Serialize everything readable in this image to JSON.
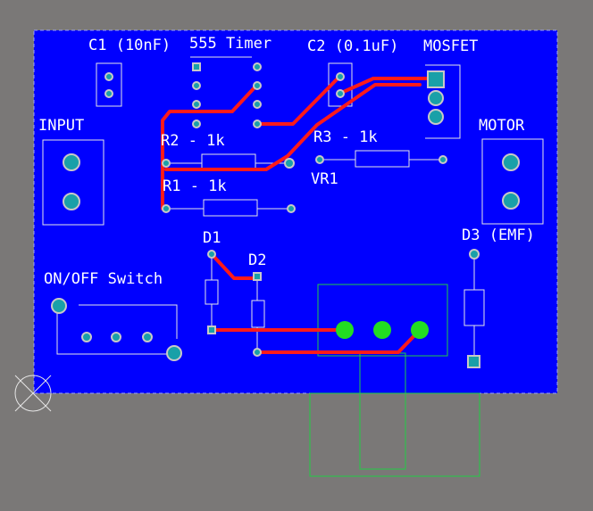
{
  "colors": {
    "background": "#7a7877",
    "board": "#0000ff",
    "trace": "#ff1a1a",
    "silkscreen": "#e6e6e6",
    "pad": "#19a0a8",
    "pad_ring": "#c8c8c8",
    "highlight_pad": "#22dd22",
    "outline": "#22cc44"
  },
  "labels": {
    "c1": "C1 (10nF)",
    "timer": "555 Timer",
    "c2": "C2 (0.1uF)",
    "mosfet": "MOSFET",
    "input": "INPUT",
    "motor": "MOTOR",
    "r2": "R2 - 1k",
    "r3": "R3 - 1k",
    "vr1": "VR1",
    "r1": "R1 - 1k",
    "d1": "D1",
    "d2": "D2",
    "d3": "D3 (EMF)",
    "switch": "ON/OFF Switch"
  }
}
